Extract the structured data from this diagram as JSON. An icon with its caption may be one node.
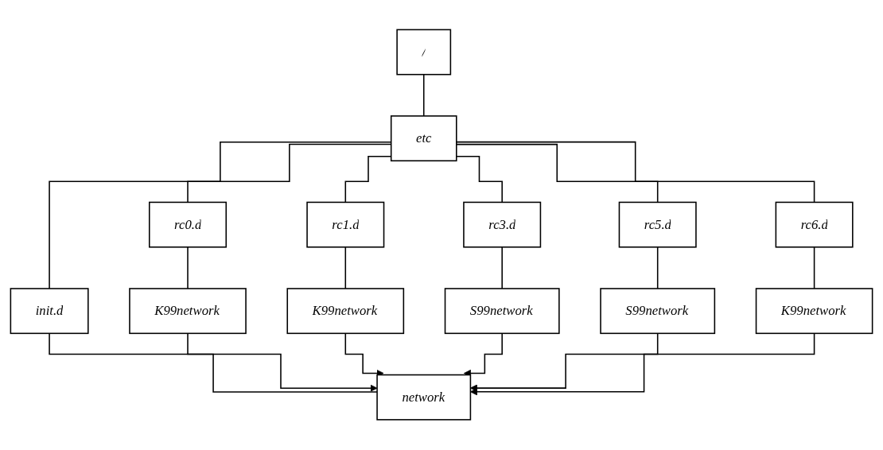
{
  "diagram": {
    "nodes": [
      {
        "text": [
          "/"
        ]
      },
      {
        "text": [
          "etc"
        ]
      },
      {
        "text": [
          "init.d"
        ]
      },
      {
        "text": [
          "rc0.d"
        ]
      },
      {
        "text": [
          "rc1.d"
        ]
      },
      {
        "text": [
          "rc3.d"
        ]
      },
      {
        "text": [
          "rc5.d"
        ]
      },
      {
        "text": [
          "rc6.d"
        ]
      },
      {
        "text": [
          "network"
        ]
      },
      {
        "text": [
          "K99network"
        ]
      },
      {
        "text": [
          "K99network"
        ]
      },
      {
        "text": [
          "S99network"
        ]
      },
      {
        "text": [
          "S99network"
        ]
      },
      {
        "text": [
          "K99network"
        ]
      }
    ],
    "edges": [
      {
        "from": 0,
        "to": 1,
        "arrow": "none"
      },
      {
        "from": 1,
        "to": 2,
        "arrow": "none"
      },
      {
        "from": 1,
        "to": 3,
        "arrow": "none"
      },
      {
        "from": 1,
        "to": 4,
        "arrow": "none"
      },
      {
        "from": 1,
        "to": 5,
        "arrow": "none"
      },
      {
        "from": 1,
        "to": 6,
        "arrow": "none"
      },
      {
        "from": 1,
        "to": 7,
        "arrow": "none"
      },
      {
        "from": 2,
        "to": 8,
        "arrow": "none"
      },
      {
        "from": 3,
        "to": 9,
        "arrow": "none"
      },
      {
        "from": 4,
        "to": 10,
        "arrow": "none"
      },
      {
        "from": 5,
        "to": 11,
        "arrow": "none"
      },
      {
        "from": 6,
        "to": 12,
        "arrow": "none"
      },
      {
        "from": 7,
        "to": 13,
        "arrow": "none"
      },
      {
        "from": 9,
        "to": 8,
        "arrow": "to"
      },
      {
        "from": 10,
        "to": 8,
        "arrow": "to"
      },
      {
        "from": 11,
        "to": 8,
        "arrow": "to"
      },
      {
        "from": 12,
        "to": 8,
        "arrow": "to"
      },
      {
        "from": 13,
        "to": 8,
        "arrow": "to"
      }
    ]
  }
}
